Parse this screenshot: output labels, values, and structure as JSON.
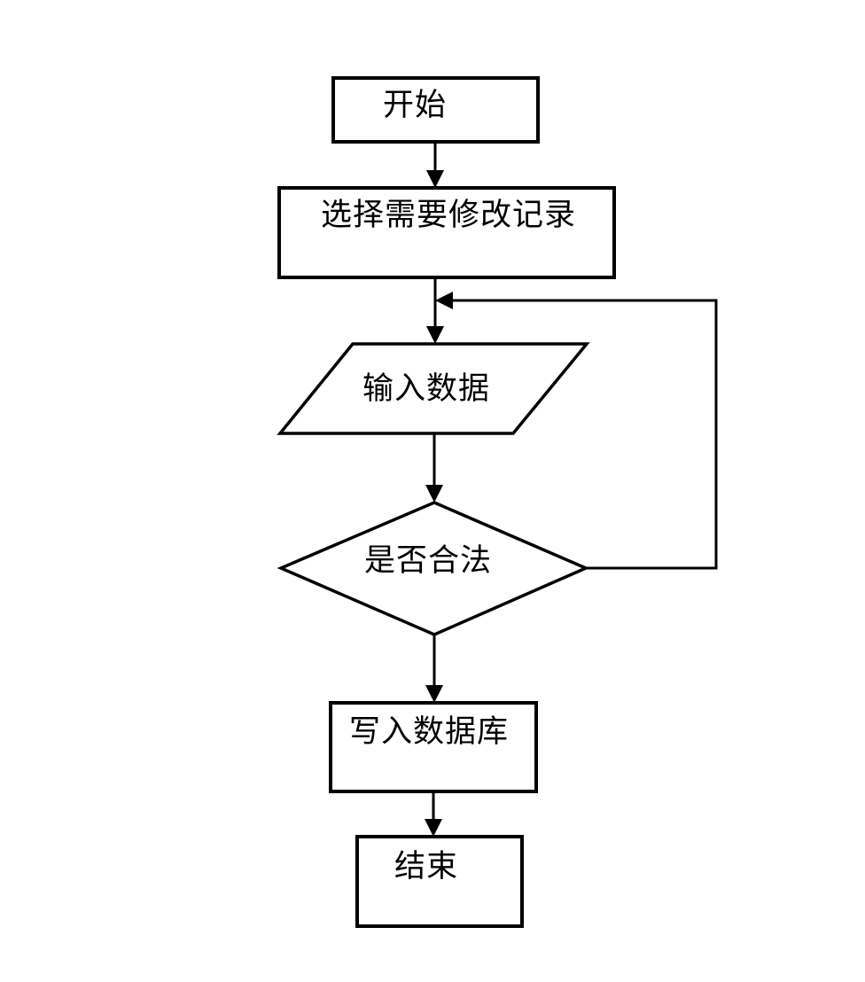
{
  "flowchart": {
    "nodes": {
      "start": {
        "label": "开始",
        "shape": "rectangle"
      },
      "select_record": {
        "label": "选择需要修改记录",
        "shape": "rectangle"
      },
      "input_data": {
        "label": "输入数据",
        "shape": "parallelogram"
      },
      "is_valid": {
        "label": "是否合法",
        "shape": "diamond"
      },
      "write_db": {
        "label": "写入数据库",
        "shape": "rectangle"
      },
      "end": {
        "label": "结束",
        "shape": "rectangle"
      }
    },
    "edges": [
      {
        "from": "start",
        "to": "select_record"
      },
      {
        "from": "select_record",
        "to": "input_data"
      },
      {
        "from": "input_data",
        "to": "is_valid"
      },
      {
        "from": "is_valid",
        "to": "write_db"
      },
      {
        "from": "is_valid",
        "to": "input_data",
        "note": "loop-back-right-side"
      },
      {
        "from": "write_db",
        "to": "end"
      }
    ],
    "colors": {
      "stroke": "#000000",
      "fill": "#ffffff",
      "text": "#000000",
      "background": "#ffffff"
    }
  }
}
